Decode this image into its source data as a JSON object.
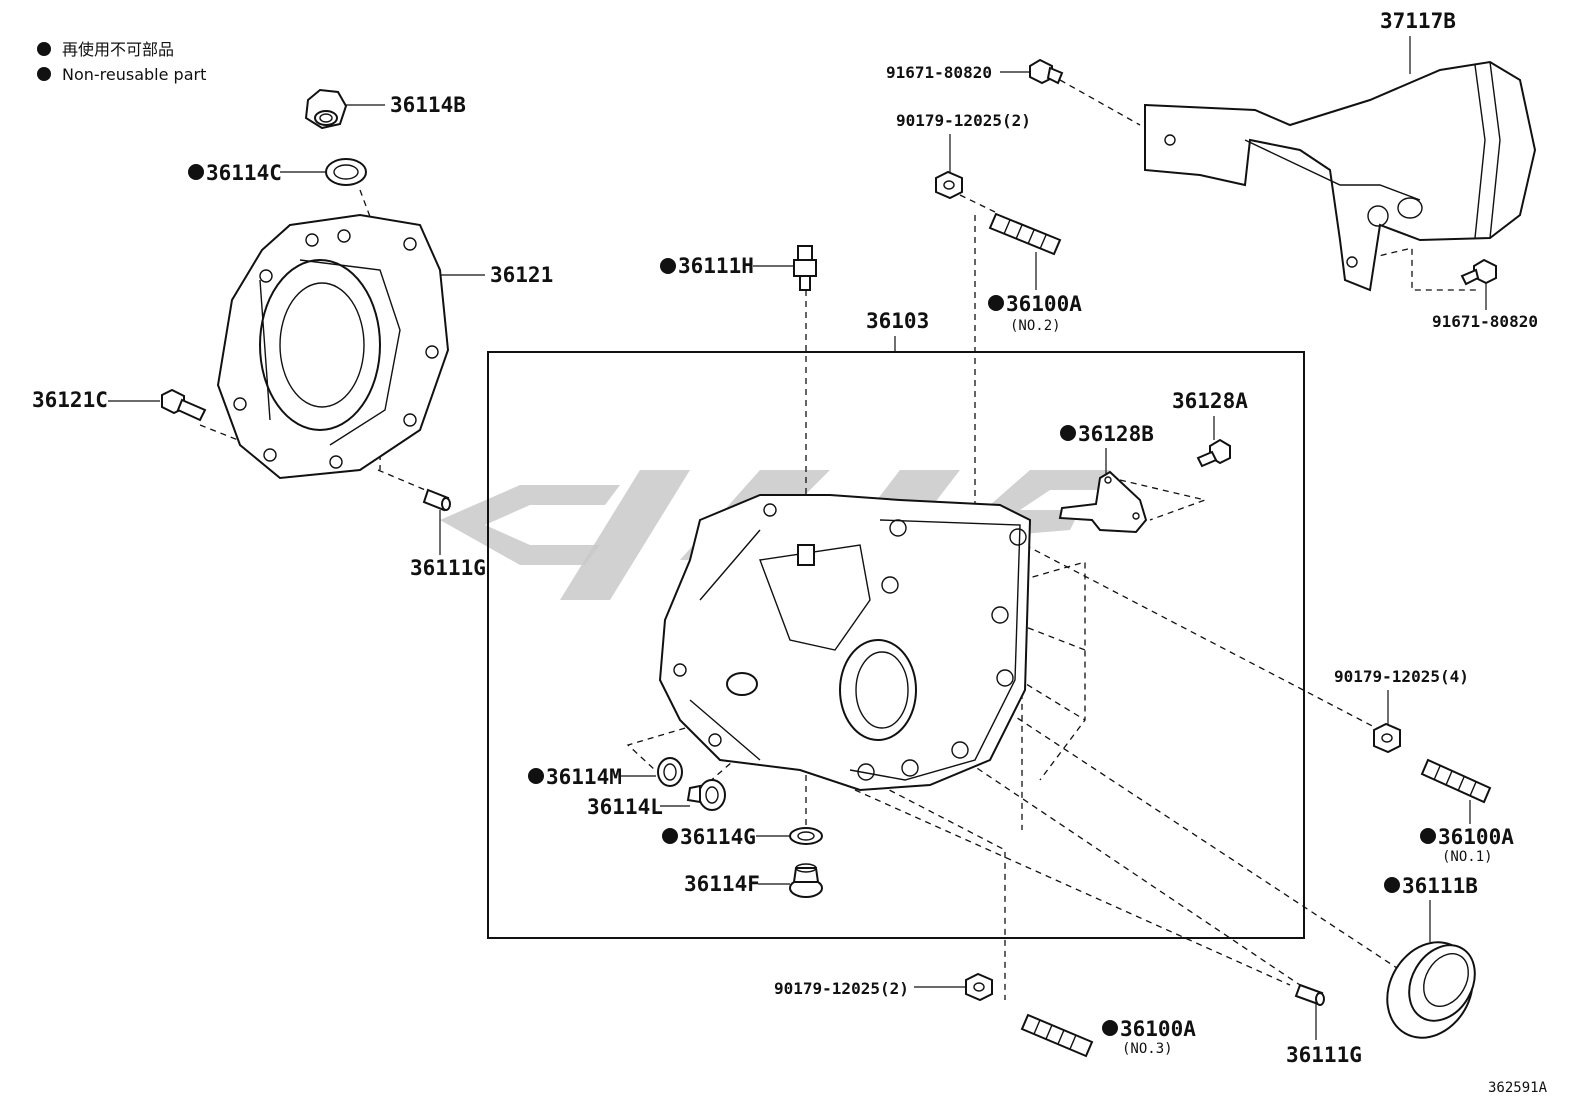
{
  "legend": {
    "line1": "再使用不可部品",
    "line2": "Non-reusable part"
  },
  "labels": {
    "p36114B": "36114B",
    "p36114C": "36114C",
    "p36121": "36121",
    "p36121C": "36121C",
    "p36111G_top": "36111G",
    "p36111H": "36111H",
    "p36103": "36103",
    "p91671_top": "91671-80820",
    "p90179_top": "90179-12025(2)",
    "p36100A_no2": "36100A",
    "no2": "(NO.2)",
    "p37117B": "37117B",
    "p91671_right": "91671-80820",
    "p36128A": "36128A",
    "p36128B": "36128B",
    "p90179_right": "90179-12025(4)",
    "p36100A_no1": "36100A",
    "no1": "(NO.1)",
    "p36111B": "36111B",
    "p36114M": "36114M",
    "p36114L": "36114L",
    "p36114G": "36114G",
    "p36114F": "36114F",
    "p90179_bottom": "90179-12025(2)",
    "p36100A_no3": "36100A",
    "no3": "(NO.3)",
    "p36111G_bottom": "36111G",
    "diagram_id": "362591A"
  },
  "colors": {
    "line": "#111111",
    "watermark": "#c9c9c9",
    "background": "#ffffff"
  }
}
